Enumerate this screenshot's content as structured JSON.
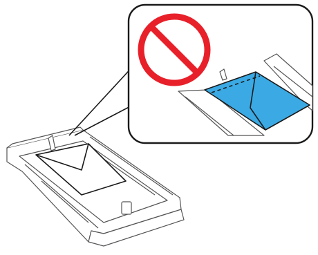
{
  "figure": {
    "type": "illustration",
    "subject": "paper-cassette-envelope-loading",
    "callout": {
      "symbol": "prohibited-sign",
      "content": "envelope-flap-down-in-tray"
    },
    "main_view": {
      "content": "envelope-in-tray-flap-up"
    }
  },
  "colors": {
    "prohibited": "#e8202a",
    "envelope_callout": "#3aa9e4",
    "line": "#1a1a1a",
    "tray_line": "#555555",
    "tray_fill": "#ffffff",
    "background": "#ffffff"
  }
}
